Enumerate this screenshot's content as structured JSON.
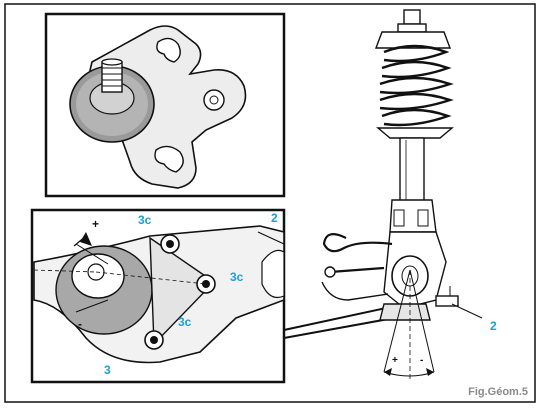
{
  "callouts": {
    "c3c_top": "3c",
    "c3c_mid": "3c",
    "c3c_low": "3c",
    "c2_inset": "2",
    "c3_plate": "3",
    "c2_main": "2"
  },
  "signs": {
    "plus_inset": "+",
    "minus_inset": "-",
    "plus_camber": "+",
    "minus_camber": "-"
  },
  "caption": "Fig.Géom.5",
  "colors": {
    "callout": "#1aa0d8",
    "caption": "#8a8a8a",
    "line": "#111111"
  }
}
